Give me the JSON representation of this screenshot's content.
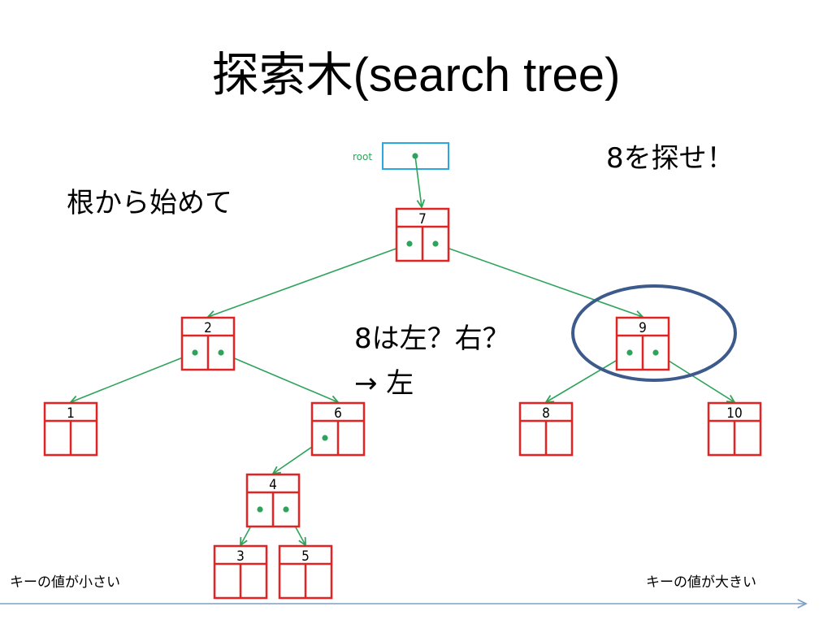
{
  "slide": {
    "title": "探索木(search tree)",
    "target_note": "8を探せ！",
    "start_note": "根から始めて",
    "question_line1": "8は左？右？",
    "question_line2": "→  左",
    "axis_left_label": "キーの値が小さい",
    "axis_right_label": "キーの値が大きい"
  },
  "root_pointer": {
    "label": "root"
  },
  "nodes": [
    {
      "id": "n7",
      "key": "7"
    },
    {
      "id": "n2",
      "key": "2"
    },
    {
      "id": "n9",
      "key": "9"
    },
    {
      "id": "n1",
      "key": "1"
    },
    {
      "id": "n6",
      "key": "6"
    },
    {
      "id": "n8",
      "key": "8"
    },
    {
      "id": "n10",
      "key": "10"
    },
    {
      "id": "n4",
      "key": "4"
    },
    {
      "id": "n3",
      "key": "3"
    },
    {
      "id": "n5",
      "key": "5"
    }
  ],
  "edges": [
    {
      "from": "n7",
      "side": "left",
      "to": "n2"
    },
    {
      "from": "n7",
      "side": "right",
      "to": "n9"
    },
    {
      "from": "n2",
      "side": "left",
      "to": "n1"
    },
    {
      "from": "n2",
      "side": "right",
      "to": "n6"
    },
    {
      "from": "n9",
      "side": "left",
      "to": "n8"
    },
    {
      "from": "n9",
      "side": "right",
      "to": "n10"
    },
    {
      "from": "n6",
      "side": "left",
      "to": "n4"
    },
    {
      "from": "n4",
      "side": "left",
      "to": "n3"
    },
    {
      "from": "n4",
      "side": "right",
      "to": "n5"
    }
  ],
  "highlight": {
    "node": "n9"
  },
  "colors": {
    "node_border": "#e32222",
    "pointer": "#2ea35a",
    "root_box": "#2aa7df",
    "highlight_ellipse": "#3d5a8c",
    "axis_arrow": "#7ea0c4"
  }
}
